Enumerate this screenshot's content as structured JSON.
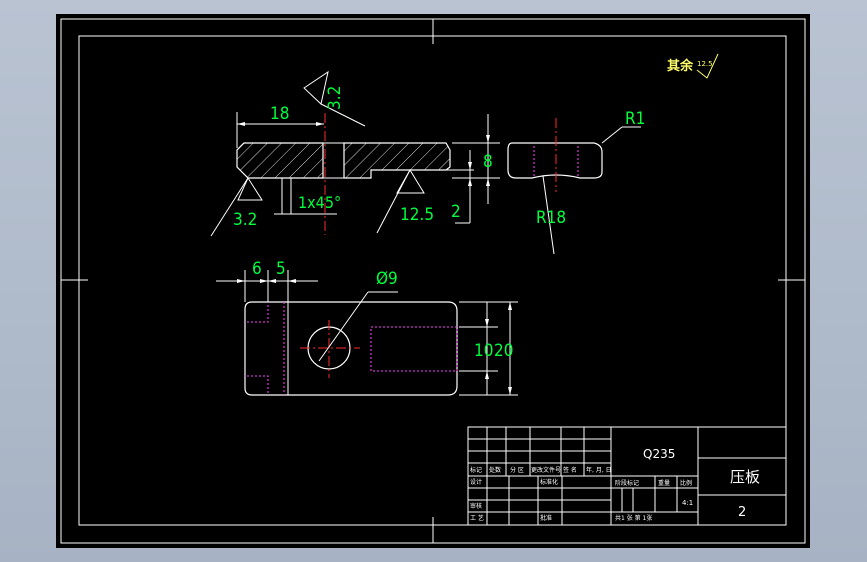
{
  "drawing": {
    "roughness_note": "其余",
    "roughness_general": "12.5",
    "dims": {
      "len_18": "18",
      "rough_top": "3.2",
      "thick_8": "8",
      "chamfer": "1x45°",
      "rough_left": "3.2",
      "rough_bottom": "12.5",
      "step_2": "2",
      "radius_r1": "R1",
      "radius_r18": "R18",
      "dim_6": "6",
      "dim_5": "5",
      "hole_dia": "Ø9",
      "width_10": "10",
      "width_20": "20"
    }
  },
  "title_block": {
    "material": "Q235",
    "part_name": "压板",
    "drawing_no": "2",
    "scale": "4:1",
    "headers": [
      "标记",
      "处数",
      "分 区",
      "更改文件号",
      "签 名",
      "年, 月, 日"
    ],
    "designer_label": "设计",
    "standardization_label": "标准化",
    "reviewer_label": "审核",
    "process_label": "工 艺",
    "approve_label": "批准",
    "stage_label": "阶段标记",
    "weight_label": "重量",
    "scale_label": "比例",
    "sheets_text": "共1  张   第  1张"
  }
}
